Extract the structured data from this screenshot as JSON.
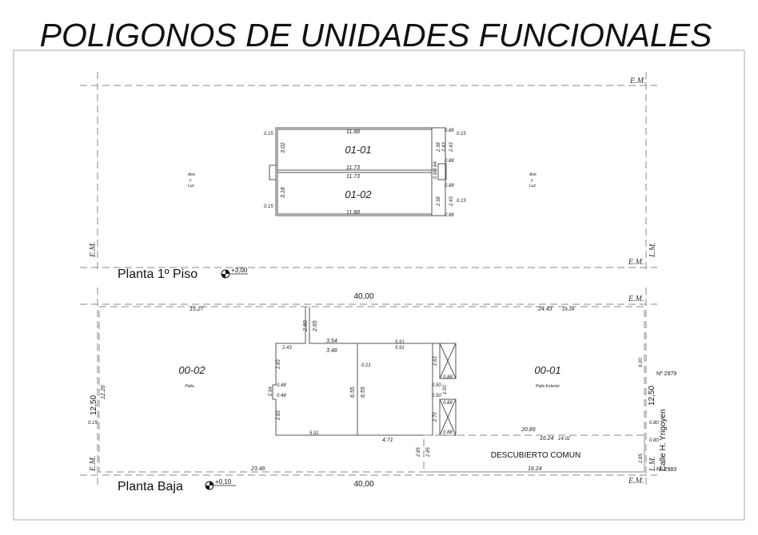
{
  "title": "POLIGONOS DE UNIDADES FUNCIONALES",
  "upper_plan": {
    "label": "Planta 1º Piso",
    "level": "+3,00",
    "units": [
      "01-01",
      "01-02"
    ],
    "aire_luz": [
      "Aire",
      "y",
      "Luz"
    ],
    "em": "E.M.",
    "lm": "L.M.",
    "dims": {
      "top": "11.88",
      "mid1": "11.73",
      "mid2": "11.73",
      "bottom": "11.88",
      "h1": "3.02",
      "h2": "3.18",
      "r088": "0.88",
      "r238": "2.38",
      "r243": "2.43",
      "r064": "0.64",
      "r060": "0.60",
      "t015": "0.15"
    }
  },
  "lower_plan": {
    "label": "Planta Baja",
    "level": "+0,10",
    "width": "40,00",
    "depth": "12,50",
    "units": [
      {
        "id": "00-02",
        "desc": "Patio"
      },
      {
        "id": "00-01",
        "desc": "Patio Exterior"
      }
    ],
    "common": "DESCUBIERTO COMUN",
    "street": "Calle H. Yrigoyen",
    "numbers": [
      "Nº 2979",
      "Nº 2983"
    ],
    "em": "E.M.",
    "lm": "L.M.",
    "dims": {
      "d1527": "15.27",
      "d2443": "24.43",
      "d1624": "16.24",
      "d1220": "12.20",
      "d2346": "23.46",
      "d280": "2.80",
      "d265": "2.65",
      "d354": "3.54",
      "d348": "3.48",
      "d243": "2.43",
      "d283": "2.83",
      "d048": "0.48",
      "d094": "0.94",
      "d591": "5.91",
      "d655": "6.55",
      "d021": "0.21",
      "d263": "2.63",
      "d088": "0.88",
      "d050": "0.50",
      "d100": "1.00",
      "d270": "2.70",
      "d471": "4.71",
      "d2089": "20.89",
      "d1402": "14.02",
      "d285": "2.85",
      "d920": "9.20",
      "d080": "0.80",
      "d015": "0.15"
    }
  }
}
